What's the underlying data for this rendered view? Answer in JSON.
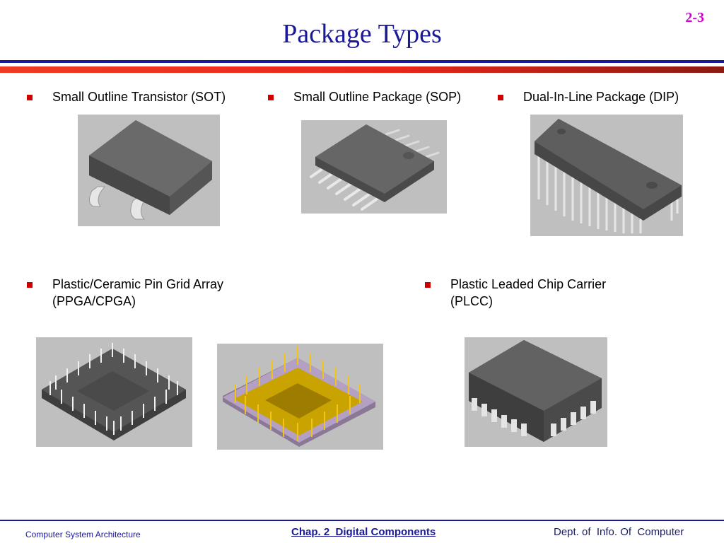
{
  "slide": {
    "title": "Package Types",
    "number": "2-3"
  },
  "bullets": [
    {
      "label": "Small Outline Transistor (SOT)"
    },
    {
      "label": "Small Outline Package (SOP)"
    },
    {
      "label": "Dual-In-Line Package (DIP)"
    },
    {
      "line1": "Plastic/Ceramic Pin Grid Array",
      "line2": "(PPGA/CPGA)"
    },
    {
      "line1": "Plastic Leaded Chip Carrier",
      "line2": "(PLCC)"
    }
  ],
  "footer": {
    "left": "Computer System Architecture",
    "center": "Chap. 2  Digital Components",
    "right": "Dept. of  Info. Of  Computer"
  },
  "colors": {
    "title": "#1a1a99",
    "slide_number": "#cc00cc",
    "bullet_marker": "#cc0000",
    "rule_red": "#e8261a",
    "rule_dark_red": "#8b1a10",
    "rule_blue": "#1a1a99"
  }
}
